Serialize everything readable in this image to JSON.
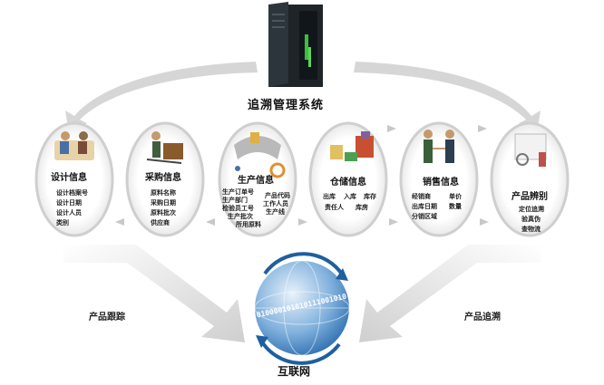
{
  "title": "追溯管理系统",
  "nodes": [
    {
      "name": "设计信息",
      "fields": [
        "设计档案号",
        "设计日期",
        "设计人员",
        "类别"
      ]
    },
    {
      "name": "采购信息",
      "fields": [
        "原料名称",
        "采购日期",
        "原料批次",
        "供应商"
      ]
    },
    {
      "name": "生产信息",
      "fields": [
        "生产订单号",
        "生产部门",
        "检验员工号",
        "生产批次",
        "所用原料",
        "产品代码",
        "工作人员",
        "生产线"
      ]
    },
    {
      "name": "仓储信息",
      "fields": [
        "出库",
        "入库",
        "库存",
        "责任人",
        "库房"
      ]
    },
    {
      "name": "销售信息",
      "fields": [
        "经销商",
        "单价",
        "出库日期",
        "数量",
        "分销区域"
      ]
    },
    {
      "name": "产品辨别",
      "fields": [
        "定位追溯",
        "验真伪",
        "查物流"
      ]
    }
  ],
  "labels": {
    "tracking": "产品跟踪",
    "tracing": "产品追溯",
    "internet": "互联网"
  },
  "globe_text": "010000101010111001010",
  "colors": {
    "arrow_gray": "#d6d6d6",
    "globe_blue": "#2f6fb0",
    "server_dark": "#1e2428",
    "server_green": "#3cbf3c"
  }
}
